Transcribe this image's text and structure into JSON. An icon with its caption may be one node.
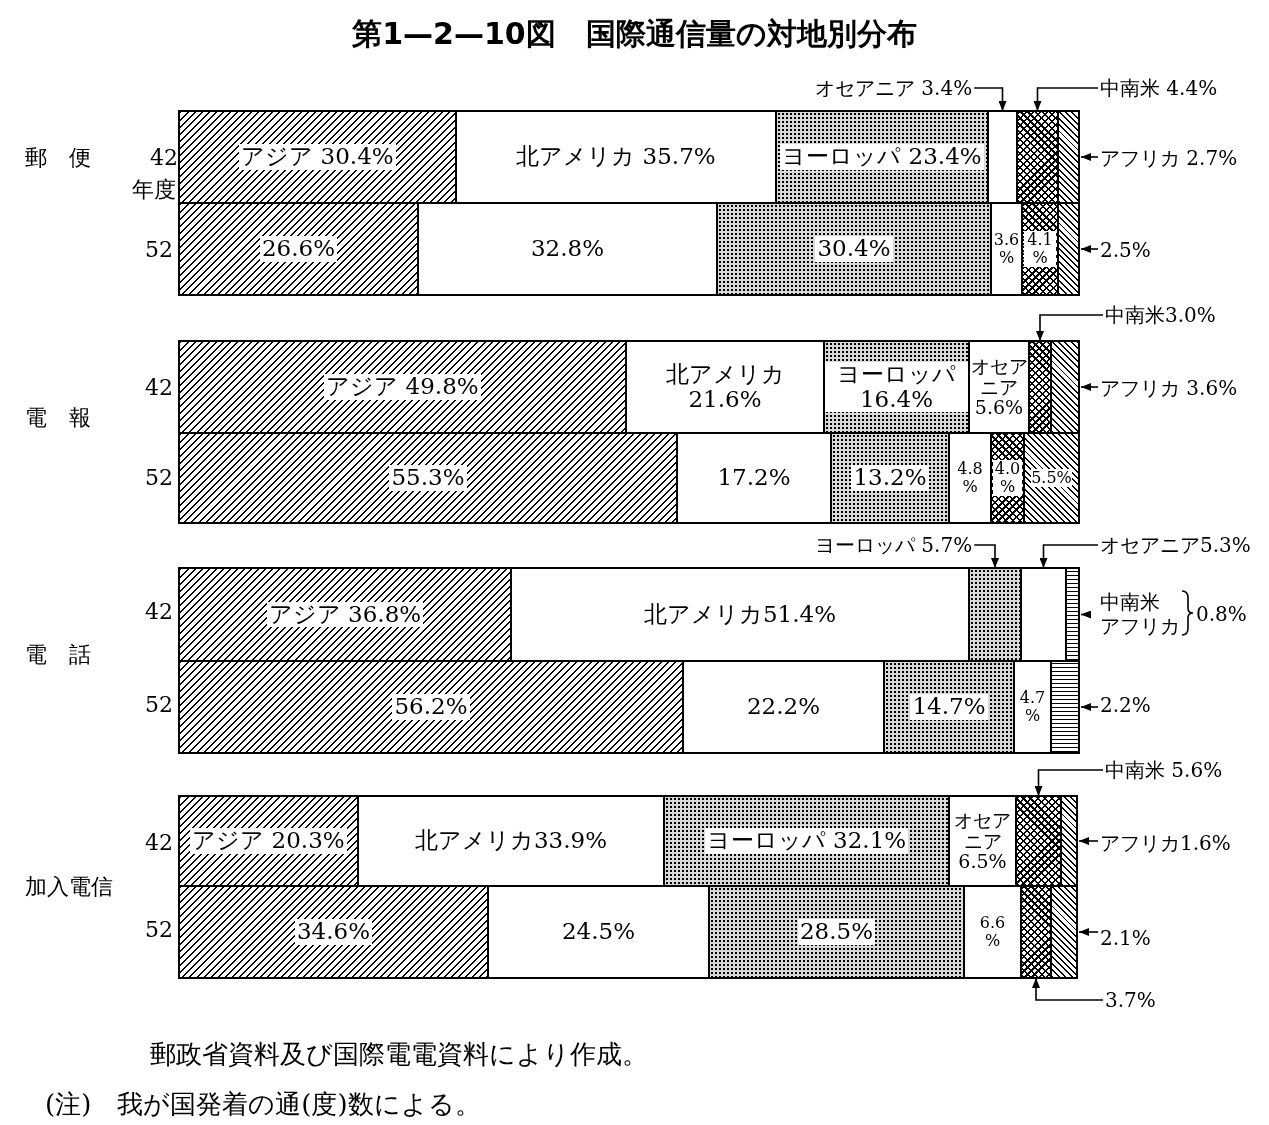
{
  "diagram": {
    "title": "第1—2—10図　国際通信量の対地別分布",
    "nodes": [
      {
        "text": [
          "オセアニア 3.4%"
        ]
      },
      {
        "text": [
          "中南米 4.4%"
        ]
      },
      {
        "text": [
          "アジア 30.4%"
        ]
      },
      {
        "text": [
          "北アメリカ 35.7%"
        ]
      },
      {
        "text": [
          "ヨーロッパ 23.4%"
        ]
      },
      {
        "text": [],
        "shape": "box"
      },
      {
        "text": [],
        "shape": "box"
      },
      {
        "text": [],
        "shape": "box"
      },
      {
        "text": [
          "アフリカ 2.7%"
        ]
      },
      {
        "text": [
          "26.6%"
        ]
      },
      {
        "text": [
          "32.8%"
        ]
      },
      {
        "text": [
          "30.4%"
        ]
      },
      {
        "text": [
          "3.6 %"
        ]
      },
      {
        "text": [
          "4.1 %"
        ]
      },
      {
        "text": [],
        "shape": "box"
      },
      {
        "text": [
          "2.5%"
        ]
      },
      {
        "text": [
          "中南米3.0%"
        ]
      },
      {
        "text": [
          "アジア 49.8%"
        ]
      },
      {
        "text": [
          "北アメリカ 21.6%"
        ]
      },
      {
        "text": [
          "ヨーロッパ 16.4%"
        ]
      },
      {
        "text": [
          "オセアニア 5.6%"
        ]
      },
      {
        "text": [],
        "shape": "box"
      },
      {
        "text": [],
        "shape": "box"
      },
      {
        "text": [
          "アフリカ 3.6%"
        ]
      },
      {
        "text": [
          "55.3%"
        ]
      },
      {
        "text": [
          "17.2%"
        ]
      },
      {
        "text": [
          "13.2%"
        ]
      },
      {
        "text": [
          "4.8 %"
        ]
      },
      {
        "text": [
          "4.0 %"
        ]
      },
      {
        "text": [
          "5.5%"
        ]
      },
      {
        "text": [
          "ヨーロッパ 5.7%"
        ]
      },
      {
        "text": [
          "オセアニア5.3%"
        ]
      },
      {
        "text": [
          "アジア 36.8%"
        ]
      },
      {
        "text": [
          "北アメリカ51.4%"
        ]
      },
      {
        "text": [],
        "shape": "box"
      },
      {
        "text": [],
        "shape": "box"
      },
      {
        "text": [],
        "shape": "box"
      },
      {
        "text": [
          "中南米",
          "アフリカ",
          "0.8%"
        ]
      },
      {
        "text": [
          "56.2%"
        ]
      },
      {
        "text": [
          "22.2%"
        ]
      },
      {
        "text": [
          "14.7%"
        ]
      },
      {
        "text": [
          "4.7 %"
        ]
      },
      {
        "text": [],
        "shape": "box"
      },
      {
        "text": [
          "2.2%"
        ]
      },
      {
        "text": [
          "中南米 5.6%"
        ]
      },
      {
        "text": [
          "アジア 20.3%"
        ]
      },
      {
        "text": [
          "北アメリカ33.9%"
        ]
      },
      {
        "text": [
          "ヨーロッパ 32.1%"
        ]
      },
      {
        "text": [
          "オセアニア 6.5%"
        ]
      },
      {
        "text": [],
        "shape": "box"
      },
      {
        "text": [],
        "shape": "box"
      },
      {
        "text": [
          "アフリカ1.6%"
        ]
      },
      {
        "text": [
          "34.6%"
        ]
      },
      {
        "text": [
          "24.5%"
        ]
      },
      {
        "text": [
          "28.5%"
        ]
      },
      {
        "text": [
          "6.6 %"
        ]
      },
      {
        "text": [],
        "shape": "box"
      },
      {
        "text": [],
        "shape": "box"
      },
      {
        "text": [
          "2.1%"
        ]
      },
      {
        "text": [
          "3.7%"
        ]
      }
    ],
    "edges": [
      {
        "from": 0,
        "to": 5,
        "arrow": "to"
      },
      {
        "from": 1,
        "to": 6,
        "arrow": "to"
      },
      {
        "from": 8,
        "to": 7,
        "arrow": "to"
      },
      {
        "from": 15,
        "to": 14,
        "arrow": "to"
      },
      {
        "from": 16,
        "to": 21,
        "arrow": "to"
      },
      {
        "from": 23,
        "to": 22,
        "arrow": "to"
      },
      {
        "from": 30,
        "to": 34,
        "arrow": "to"
      },
      {
        "from": 31,
        "to": 35,
        "arrow": "to"
      },
      {
        "from": 37,
        "to": 36,
        "arrow": "to"
      },
      {
        "from": 43,
        "to": 42,
        "arrow": "to"
      },
      {
        "from": 44,
        "to": 49,
        "arrow": "to"
      },
      {
        "from": 51,
        "to": 50,
        "arrow": "to"
      },
      {
        "from": 58,
        "to": 57,
        "arrow": "to"
      },
      {
        "from": 59,
        "to": 56,
        "arrow": "to"
      }
    ],
    "labels": [
      "郵　便",
      "42",
      "年度",
      "52",
      "電　報",
      "42",
      "52",
      "電　話",
      "42",
      "52",
      "加入電信",
      "42",
      "52",
      "郵政省資料及び国際電電資料により作成。",
      "(注)　我が国発着の通(度)数による。"
    ]
  }
}
